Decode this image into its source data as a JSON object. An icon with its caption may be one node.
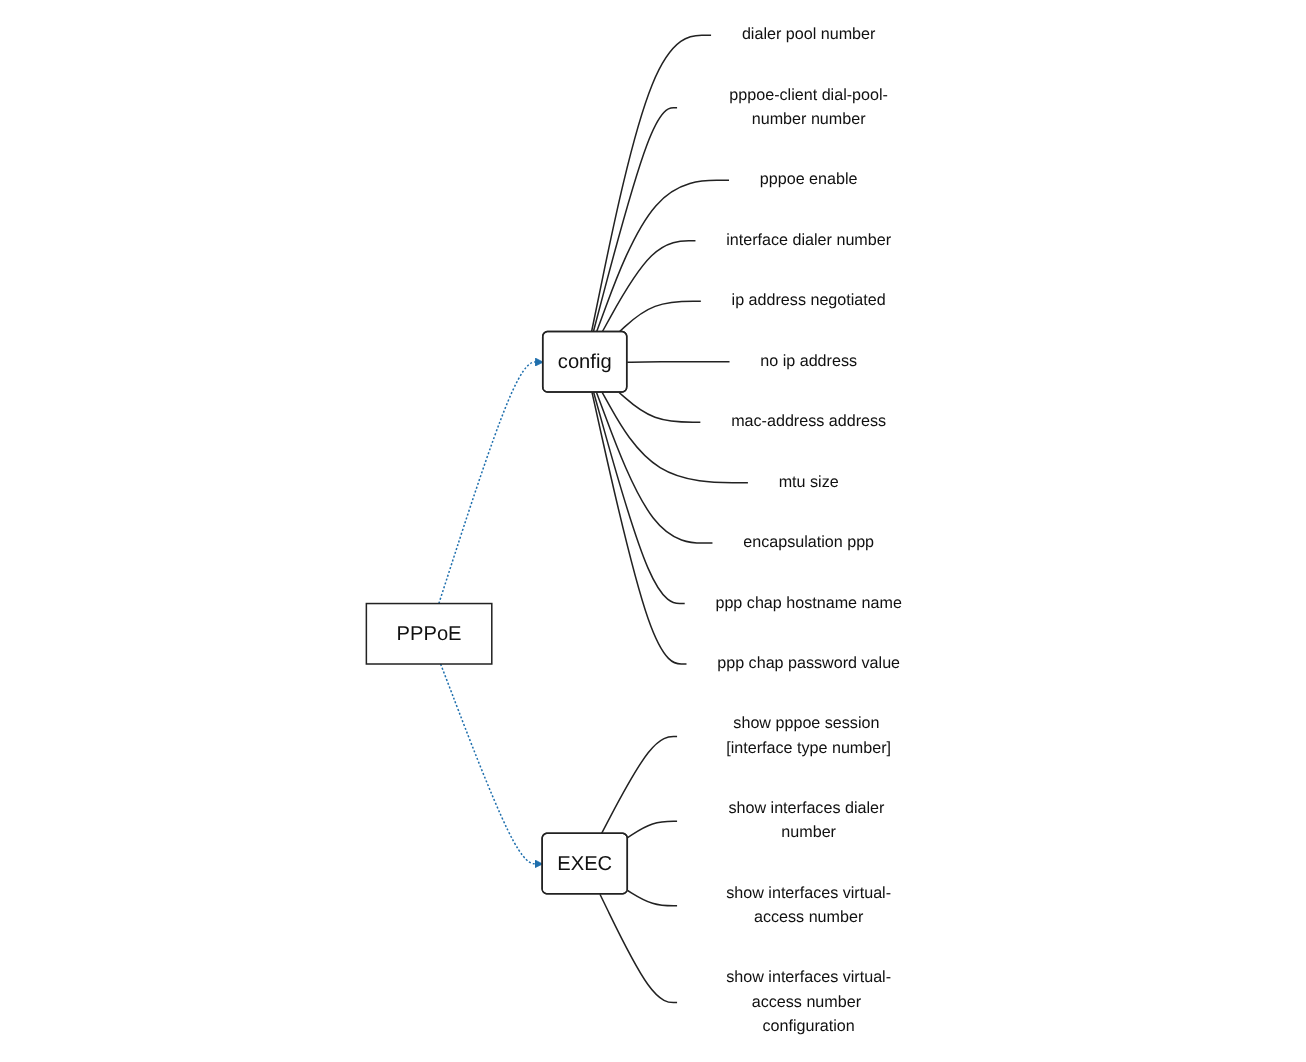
{
  "diagram": {
    "nodes": [
      {
        "text": [
          "PPPoE"
        ]
      },
      {
        "text": [
          "config"
        ]
      },
      {
        "text": [
          "EXEC"
        ]
      },
      {
        "text": [
          "dialer pool number"
        ]
      },
      {
        "text": [
          "pppoe-client dial-pool-number number"
        ]
      },
      {
        "text": [
          "pppoe enable"
        ]
      },
      {
        "text": [
          "interface dialer number"
        ]
      },
      {
        "text": [
          "ip address negotiated"
        ]
      },
      {
        "text": [
          "no ip address"
        ]
      },
      {
        "text": [
          "mac-address address"
        ]
      },
      {
        "text": [
          "mtu size"
        ]
      },
      {
        "text": [
          "encapsulation ppp"
        ]
      },
      {
        "text": [
          "ppp chap hostname name"
        ]
      },
      {
        "text": [
          "ppp chap password value"
        ]
      },
      {
        "text": [
          "show pppoe session [interface type number]"
        ]
      },
      {
        "text": [
          "show interfaces dialer number"
        ]
      },
      {
        "text": [
          "show interfaces virtual-access number"
        ]
      },
      {
        "text": [
          "show interfaces virtual-access number configuration"
        ]
      }
    ],
    "edges": [
      {
        "from": 0,
        "to": 1,
        "arrow": "to",
        "style": "dashed",
        "color": "#1f6fad"
      },
      {
        "from": 0,
        "to": 2,
        "arrow": "to",
        "style": "dashed",
        "color": "#1f6fad"
      },
      {
        "from": 1,
        "to": 3,
        "arrow": "none"
      },
      {
        "from": 1,
        "to": 4,
        "arrow": "none"
      },
      {
        "from": 1,
        "to": 5,
        "arrow": "none"
      },
      {
        "from": 1,
        "to": 6,
        "arrow": "none"
      },
      {
        "from": 1,
        "to": 7,
        "arrow": "none"
      },
      {
        "from": 1,
        "to": 8,
        "arrow": "none"
      },
      {
        "from": 1,
        "to": 9,
        "arrow": "none"
      },
      {
        "from": 1,
        "to": 10,
        "arrow": "none"
      },
      {
        "from": 1,
        "to": 11,
        "arrow": "none"
      },
      {
        "from": 1,
        "to": 12,
        "arrow": "none"
      },
      {
        "from": 1,
        "to": 13,
        "arrow": "none"
      },
      {
        "from": 2,
        "to": 14,
        "arrow": "none"
      },
      {
        "from": 2,
        "to": 15,
        "arrow": "none"
      },
      {
        "from": 2,
        "to": 16,
        "arrow": "none"
      },
      {
        "from": 2,
        "to": 17,
        "arrow": "none"
      }
    ]
  }
}
